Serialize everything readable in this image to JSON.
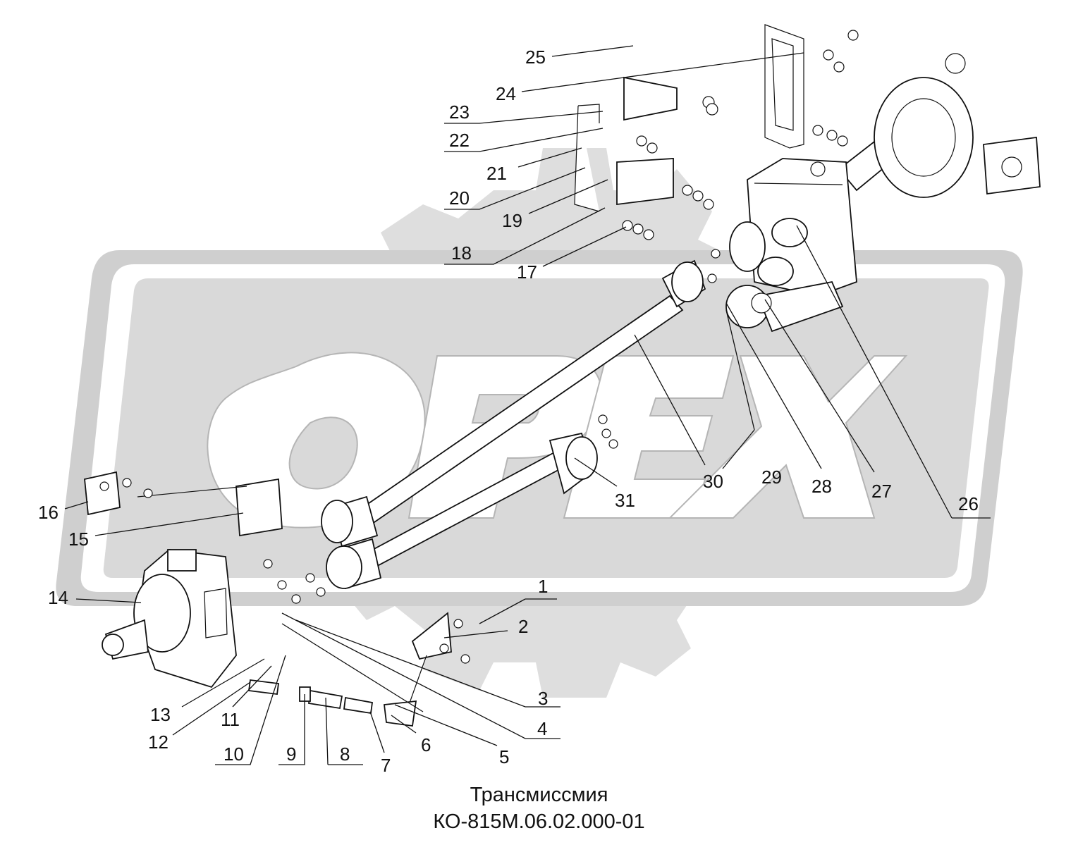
{
  "watermark": {
    "text": "ОРЕХ",
    "color": "#d8d8d8"
  },
  "caption": {
    "title": "Трансмиссмия",
    "code": "КО-815М.06.02.000-01"
  },
  "callouts": [
    {
      "id": "1",
      "label": "1"
    },
    {
      "id": "2",
      "label": "2"
    },
    {
      "id": "3",
      "label": "3"
    },
    {
      "id": "4",
      "label": "4"
    },
    {
      "id": "5",
      "label": "5"
    },
    {
      "id": "6",
      "label": "6"
    },
    {
      "id": "7",
      "label": "7"
    },
    {
      "id": "8",
      "label": "8"
    },
    {
      "id": "9",
      "label": "9"
    },
    {
      "id": "10",
      "label": "10"
    },
    {
      "id": "11",
      "label": "11"
    },
    {
      "id": "12",
      "label": "12"
    },
    {
      "id": "13",
      "label": "13"
    },
    {
      "id": "14",
      "label": "14"
    },
    {
      "id": "15",
      "label": "15"
    },
    {
      "id": "16",
      "label": "16"
    },
    {
      "id": "17",
      "label": "17"
    },
    {
      "id": "18",
      "label": "18"
    },
    {
      "id": "19",
      "label": "19"
    },
    {
      "id": "20",
      "label": "20"
    },
    {
      "id": "21",
      "label": "21"
    },
    {
      "id": "22",
      "label": "22"
    },
    {
      "id": "23",
      "label": "23"
    },
    {
      "id": "24",
      "label": "24"
    },
    {
      "id": "25",
      "label": "25"
    },
    {
      "id": "26",
      "label": "26"
    },
    {
      "id": "27",
      "label": "27"
    },
    {
      "id": "28",
      "label": "28"
    },
    {
      "id": "29",
      "label": "29"
    },
    {
      "id": "30",
      "label": "30"
    },
    {
      "id": "31",
      "label": "31"
    }
  ]
}
